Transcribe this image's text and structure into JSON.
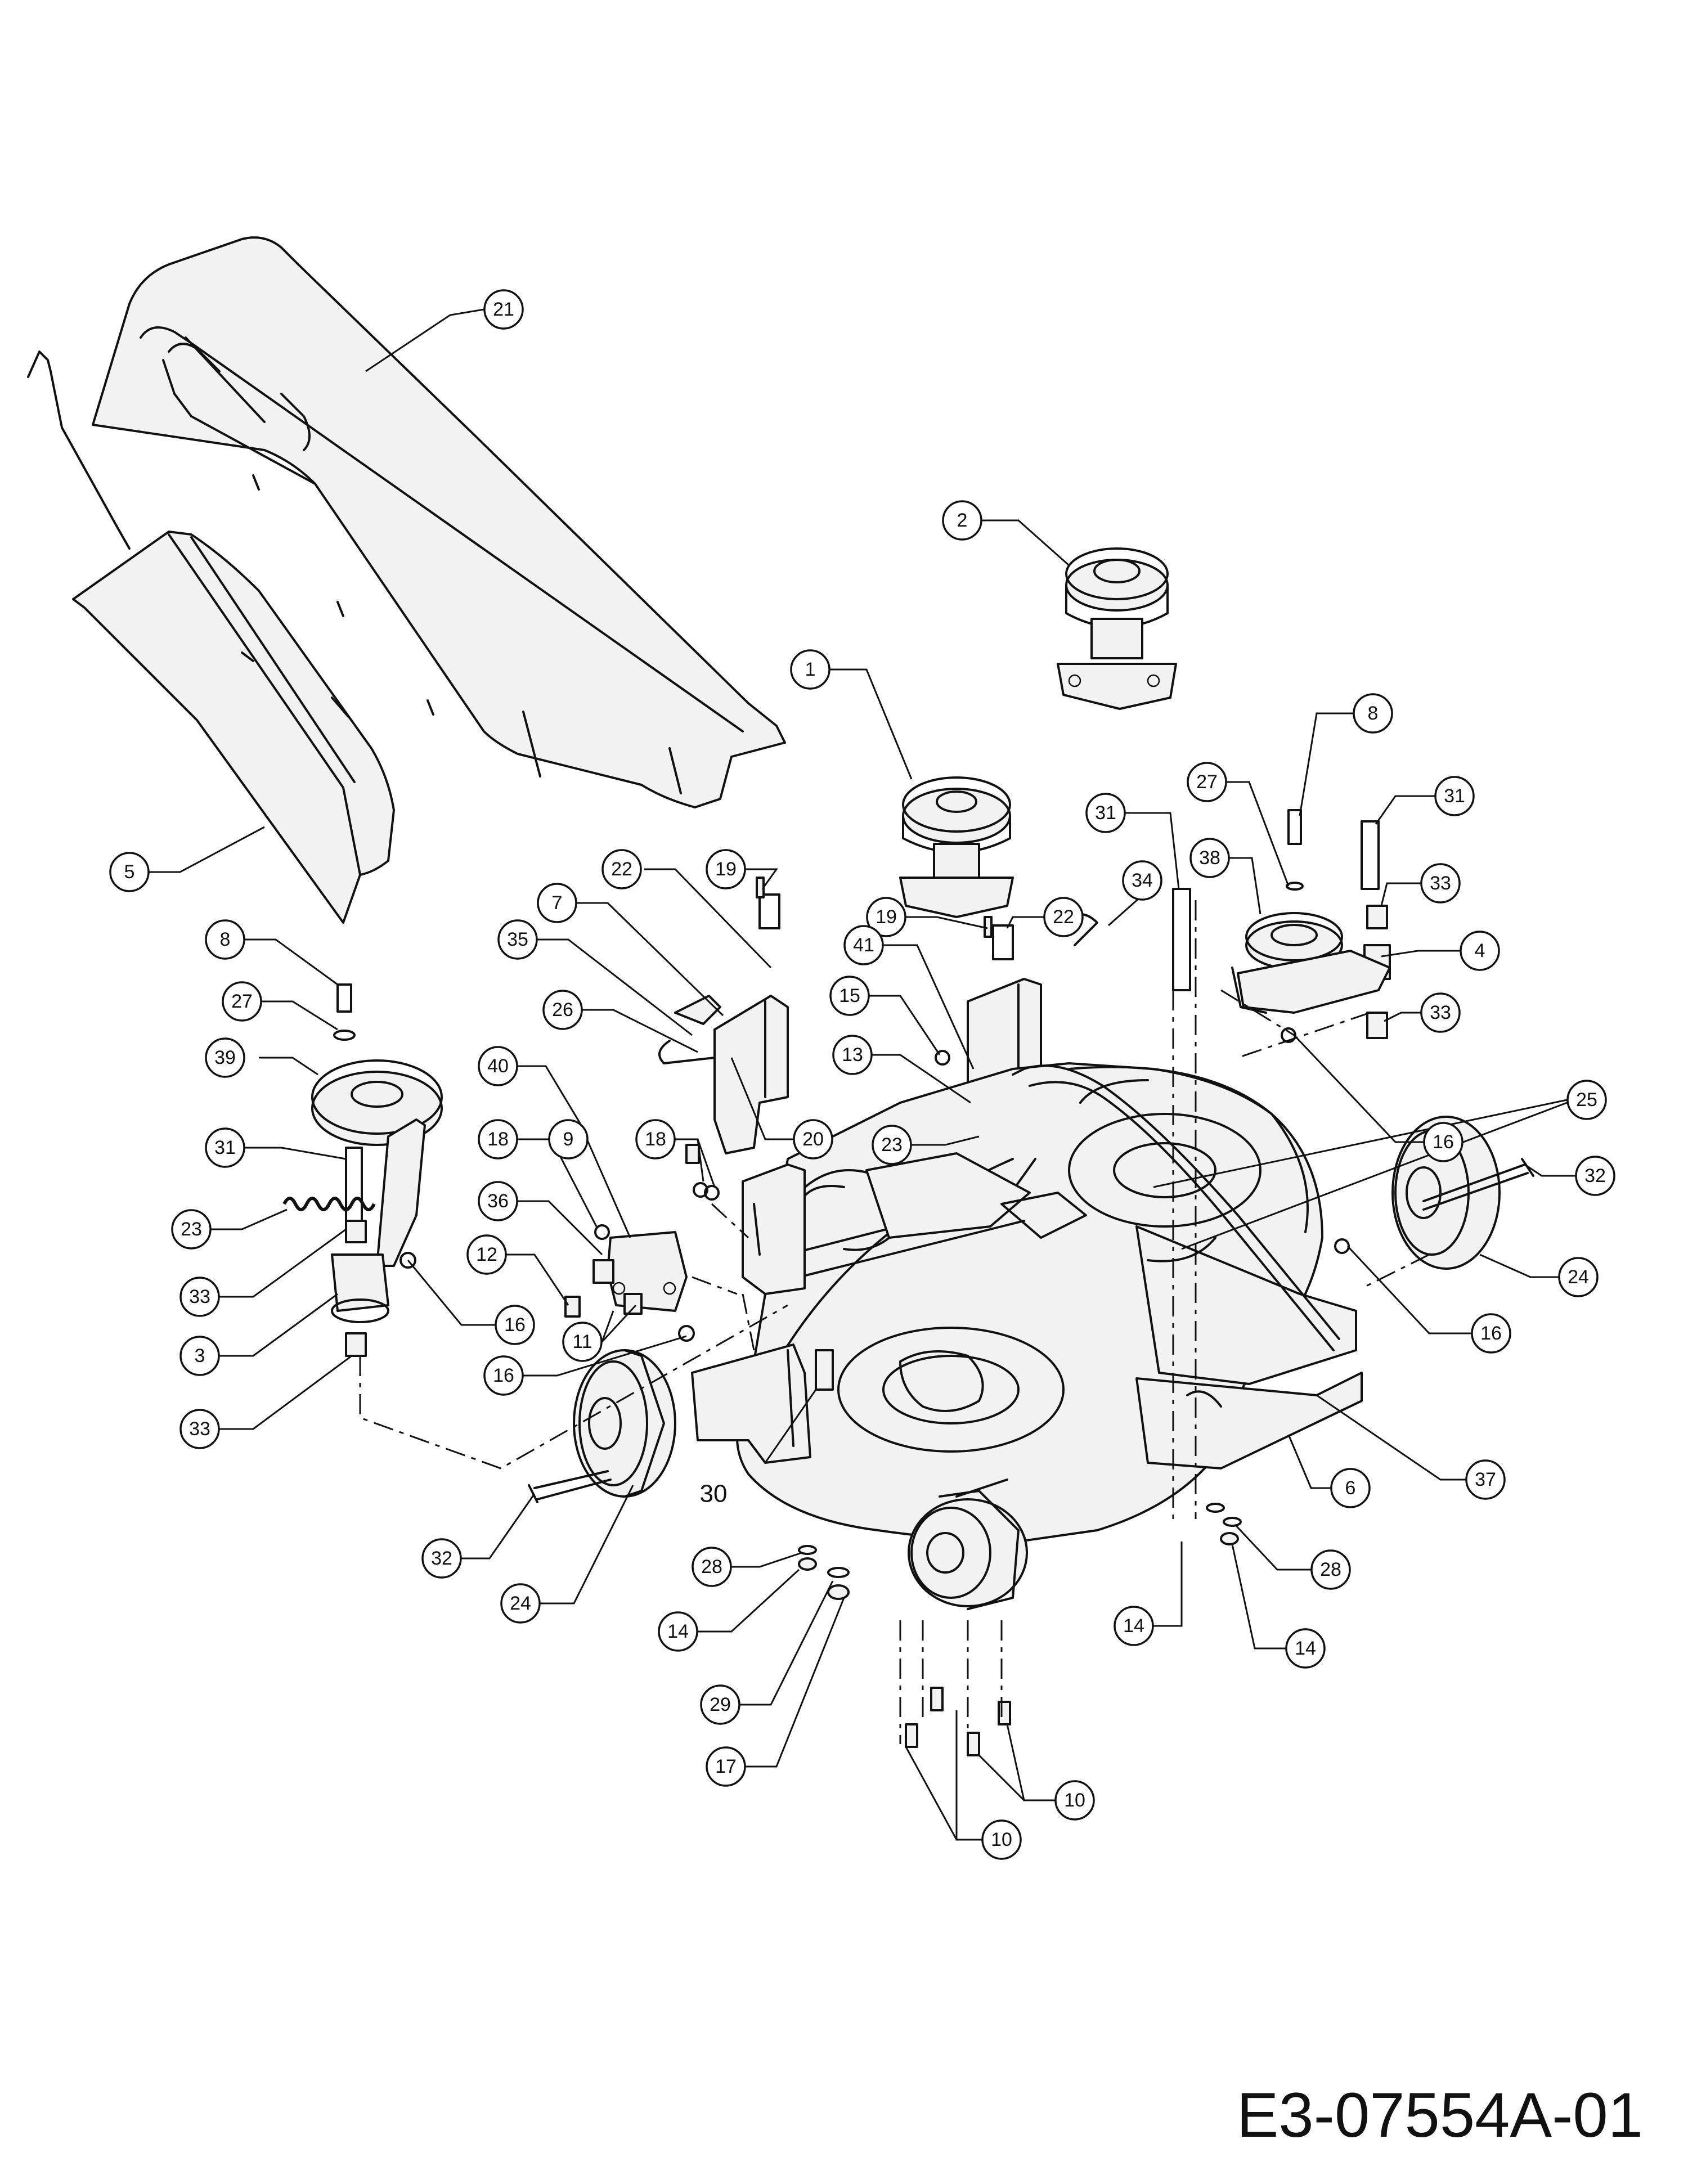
{
  "drawing_code": "E3-07554A-01",
  "callouts": [
    {
      "id": "c21",
      "label": "21"
    },
    {
      "id": "c2",
      "label": "2"
    },
    {
      "id": "c5",
      "label": "5"
    },
    {
      "id": "c1",
      "label": "1"
    },
    {
      "id": "c8a",
      "label": "8"
    },
    {
      "id": "c27a",
      "label": "27"
    },
    {
      "id": "c31a",
      "label": "31"
    },
    {
      "id": "c31b",
      "label": "31"
    },
    {
      "id": "c38",
      "label": "38"
    },
    {
      "id": "c33a",
      "label": "33"
    },
    {
      "id": "c34",
      "label": "34"
    },
    {
      "id": "c4",
      "label": "4"
    },
    {
      "id": "c33b",
      "label": "33"
    },
    {
      "id": "c16a",
      "label": "16"
    },
    {
      "id": "c25",
      "label": "25"
    },
    {
      "id": "c32a",
      "label": "32"
    },
    {
      "id": "c24a",
      "label": "24"
    },
    {
      "id": "c16b",
      "label": "16"
    },
    {
      "id": "c37",
      "label": "37"
    },
    {
      "id": "c6",
      "label": "6"
    },
    {
      "id": "c28a",
      "label": "28"
    },
    {
      "id": "c14a",
      "label": "14"
    },
    {
      "id": "c14b",
      "label": "14"
    },
    {
      "id": "c10a",
      "label": "10"
    },
    {
      "id": "c10b",
      "label": "10"
    },
    {
      "id": "c17",
      "label": "17"
    },
    {
      "id": "c29",
      "label": "29"
    },
    {
      "id": "c14c",
      "label": "14"
    },
    {
      "id": "c28b",
      "label": "28"
    },
    {
      "id": "c24b",
      "label": "24"
    },
    {
      "id": "c32b",
      "label": "32"
    },
    {
      "id": "c16c",
      "label": "16"
    },
    {
      "id": "c33c",
      "label": "33"
    },
    {
      "id": "c3",
      "label": "3"
    },
    {
      "id": "c33d",
      "label": "33"
    },
    {
      "id": "c16d",
      "label": "16"
    },
    {
      "id": "c23a",
      "label": "23"
    },
    {
      "id": "c31c",
      "label": "31"
    },
    {
      "id": "c39",
      "label": "39"
    },
    {
      "id": "c27b",
      "label": "27"
    },
    {
      "id": "c8b",
      "label": "8"
    },
    {
      "id": "c22a",
      "label": "22"
    },
    {
      "id": "c19a",
      "label": "19"
    },
    {
      "id": "c7",
      "label": "7"
    },
    {
      "id": "c35",
      "label": "35"
    },
    {
      "id": "c26",
      "label": "26"
    },
    {
      "id": "c9",
      "label": "9"
    },
    {
      "id": "c20",
      "label": "20"
    },
    {
      "id": "c40",
      "label": "40"
    },
    {
      "id": "c18a",
      "label": "18"
    },
    {
      "id": "c18b",
      "label": "18"
    },
    {
      "id": "c36",
      "label": "36"
    },
    {
      "id": "c12",
      "label": "12"
    },
    {
      "id": "c11",
      "label": "11"
    },
    {
      "id": "c19b",
      "label": "19"
    },
    {
      "id": "c22b",
      "label": "22"
    },
    {
      "id": "c41",
      "label": "41"
    },
    {
      "id": "c15",
      "label": "15"
    },
    {
      "id": "c13",
      "label": "13"
    },
    {
      "id": "c23b",
      "label": "23"
    }
  ],
  "label_30": "30"
}
